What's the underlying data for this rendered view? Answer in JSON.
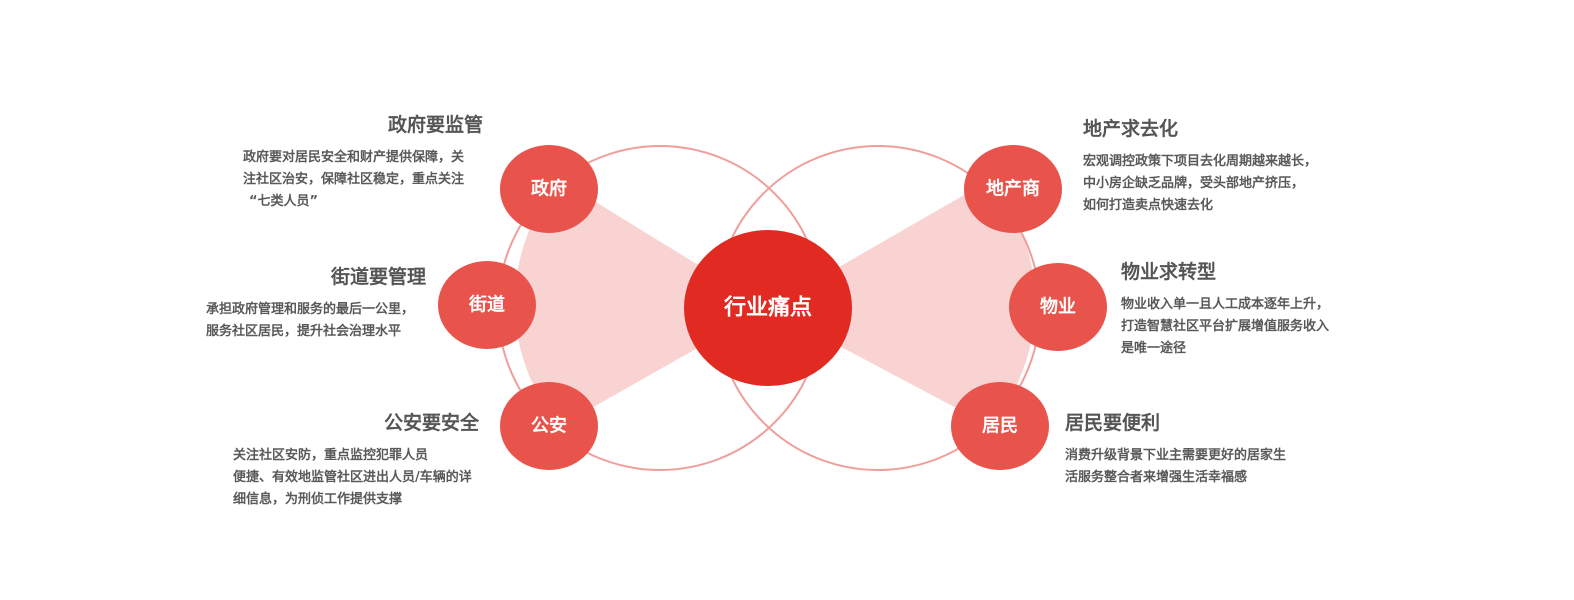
{
  "center": {
    "label": "行业痛点"
  },
  "colors": {
    "center": "#e02a22",
    "node": "#e8534c",
    "cone": "#f8d3d1",
    "ring": "#ef9e9a"
  },
  "nodes": {
    "gov": {
      "label": "政府"
    },
    "street": {
      "label": "街道"
    },
    "police": {
      "label": "公安"
    },
    "developer": {
      "label": "地产商"
    },
    "property": {
      "label": "物业"
    },
    "resident": {
      "label": "居民"
    }
  },
  "blocks": {
    "gov": {
      "title": "政府要监管",
      "lines": [
        "政府要对居民安全和财产提供保障，关",
        "注社区治安，保障社区稳定，重点关注",
        "“七类人员”"
      ]
    },
    "street": {
      "title": "街道要管理",
      "lines": [
        "承担政府管理和服务的最后一公里，",
        "服务社区居民，提升社会治理水平"
      ]
    },
    "police": {
      "title": "公安要安全",
      "lines": [
        "关注社区安防，重点监控犯罪人员",
        "便捷、有效地监管社区进出人员/车辆的详",
        "细信息，为刑侦工作提供支撑"
      ]
    },
    "developer": {
      "title": "地产求去化",
      "lines": [
        "宏观调控政策下项目去化周期越来越长，",
        "中小房企缺乏品牌，受头部地产挤压，",
        "如何打造卖点快速去化"
      ]
    },
    "property": {
      "title": "物业求转型",
      "lines": [
        "物业收入单一且人工成本逐年上升，",
        "打造智慧社区平台扩展增值服务收入",
        "是唯一途径"
      ]
    },
    "resident": {
      "title": "居民要便利",
      "lines": [
        "消费升级背景下业主需要更好的居家生",
        "活服务整合者来增强生活幸福感"
      ]
    }
  }
}
